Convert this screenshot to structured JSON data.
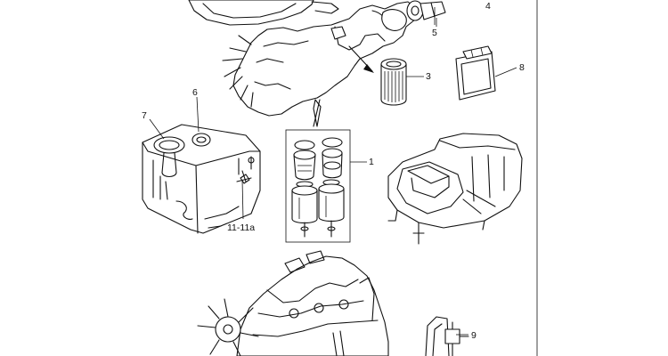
{
  "callouts": [
    {
      "id": "4",
      "text": "4"
    },
    {
      "id": "5",
      "text": "5"
    },
    {
      "id": "3",
      "text": "3"
    },
    {
      "id": "8",
      "text": "8"
    },
    {
      "id": "6",
      "text": "6"
    },
    {
      "id": "7",
      "text": "7"
    },
    {
      "id": "1",
      "text": "1"
    },
    {
      "id": "11",
      "text": "11-11a"
    },
    {
      "id": "9",
      "text": "9"
    }
  ]
}
